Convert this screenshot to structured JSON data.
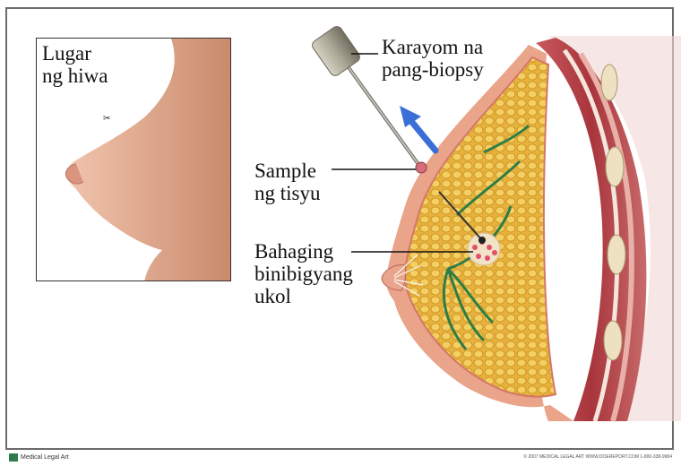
{
  "labels": {
    "incision_site": "Lugar\nng hiwa",
    "biopsy_needle": "Karayom na\npang-biopsy",
    "tissue_sample": "Sample\nng tisyu",
    "injection_area": "Bahaging\nbinibigyang\nukol"
  },
  "footer": {
    "left": "Medical Legal Art",
    "right": "© 2007 MEDICAL LEGAL ART   WWW.DOEREPORT.COM   1-800-338-9984"
  },
  "colors": {
    "skin": "#e8a98c",
    "fat": "#e9b840",
    "muscle": "#b3434a",
    "arrow": "#3a6fd8",
    "ducts": "#2e7d46"
  }
}
